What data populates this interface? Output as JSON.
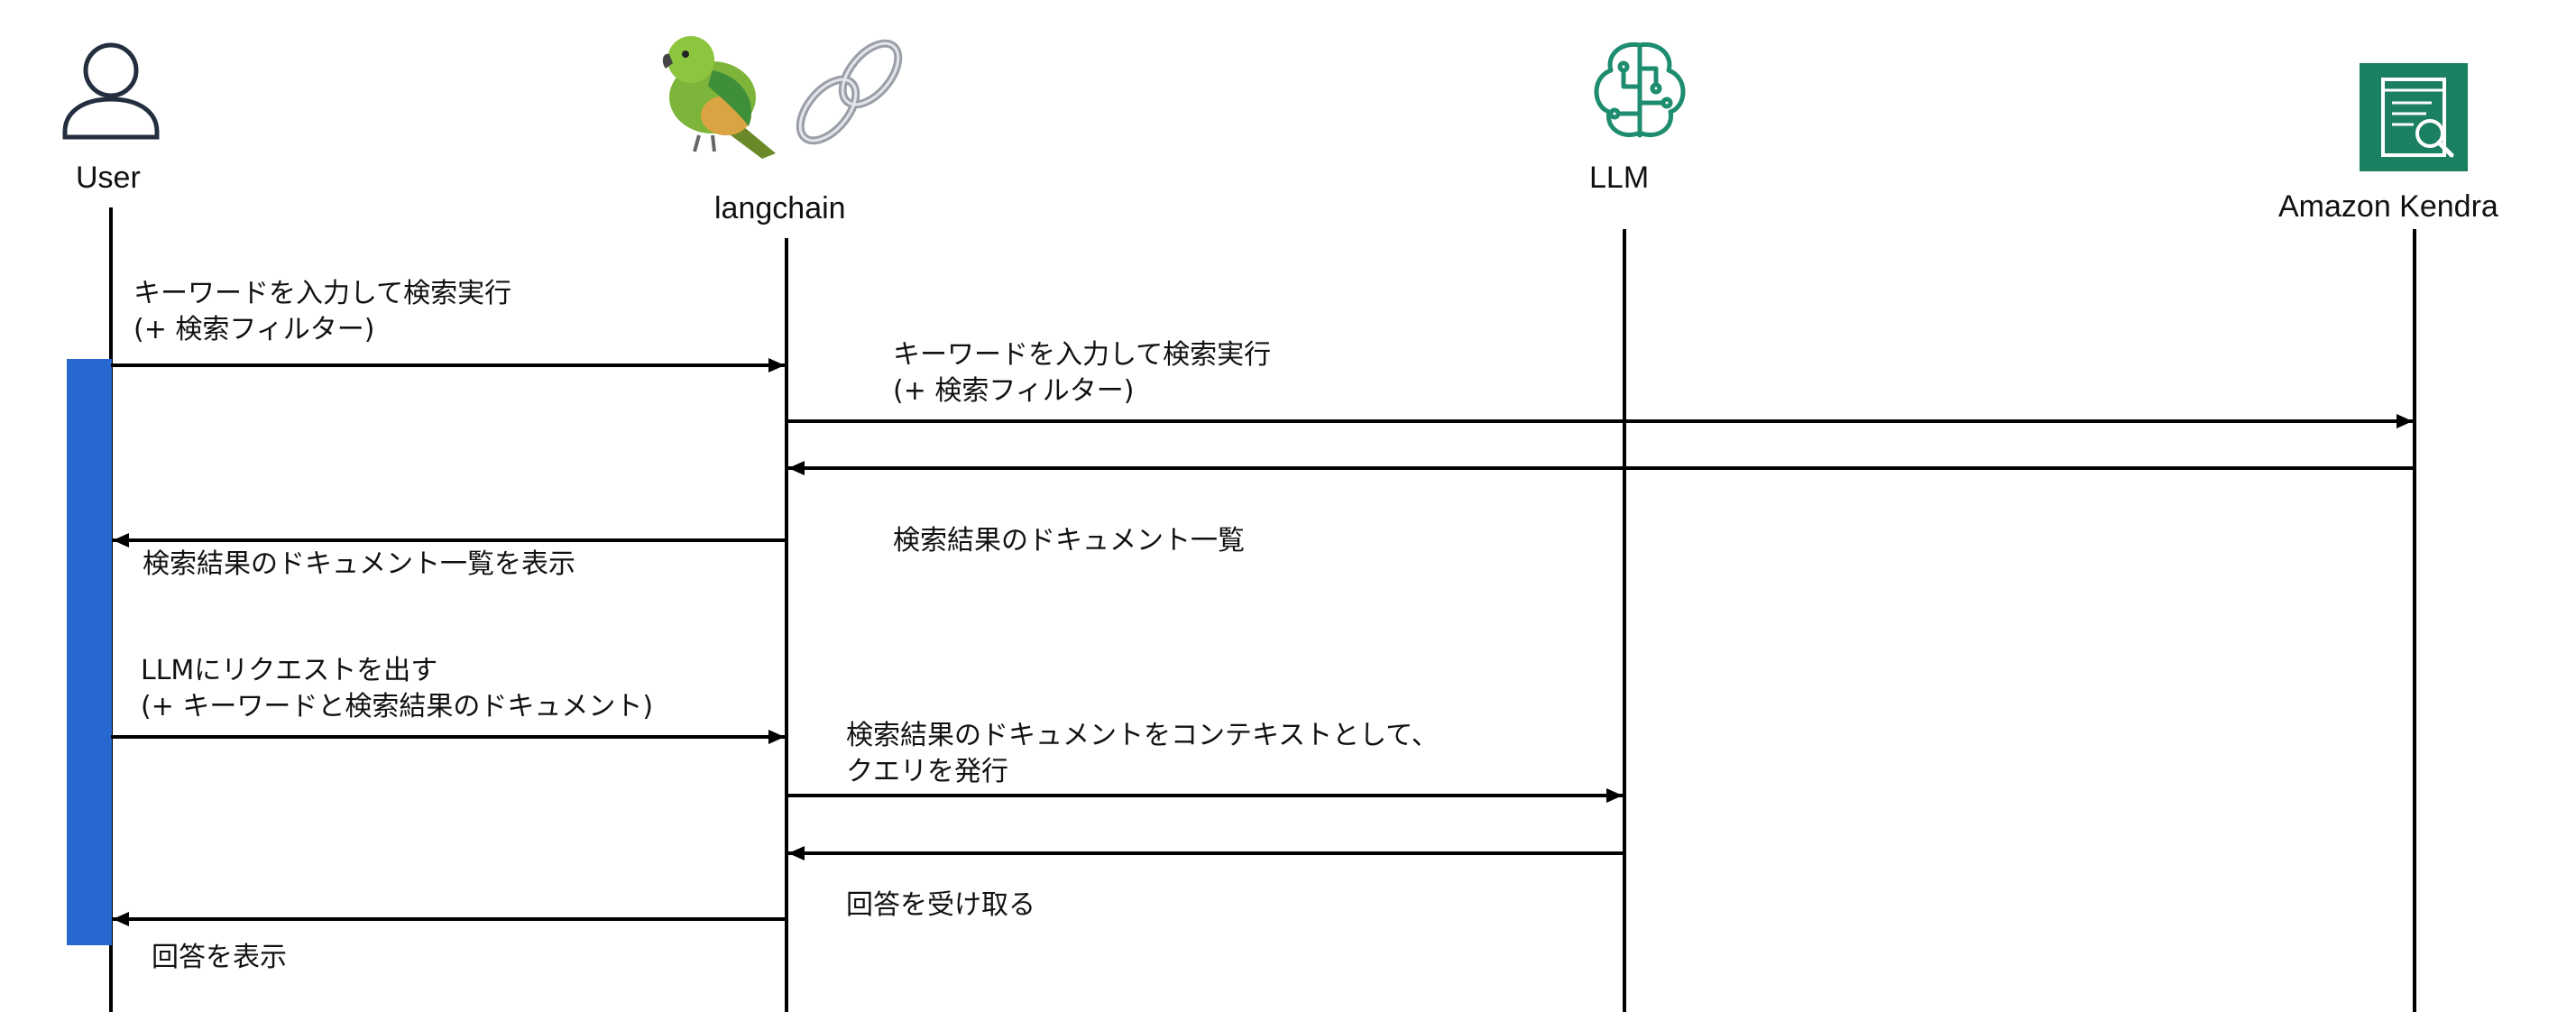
{
  "actors": {
    "user": "User",
    "langchain": "langchain",
    "llm": "LLM",
    "kendra": "Amazon Kendra"
  },
  "icons": {
    "user": "user-icon",
    "langchain": "parrot-and-chain-icon",
    "llm": "brain-circuit-icon",
    "kendra": "document-search-icon"
  },
  "colors": {
    "activation_bar": "#2767D0",
    "kendra_icon": "#1B7F61",
    "llm_icon": "#1E8C6F"
  },
  "messages": {
    "m1": "キーワードを入力して検索実行\n(+ 検索フィルター)",
    "m2": "キーワードを入力して検索実行\n(+ 検索フィルター)",
    "m3": "検索結果のドキュメント一覧",
    "m4": "検索結果のドキュメント一覧を表示",
    "m5": "LLMにリクエストを出す\n(+ キーワードと検索結果のドキュメント)",
    "m6": "検索結果のドキュメントをコンテキストとして、\nクエリを発行",
    "m7": "回答を受け取る",
    "m8": "回答を表示"
  }
}
